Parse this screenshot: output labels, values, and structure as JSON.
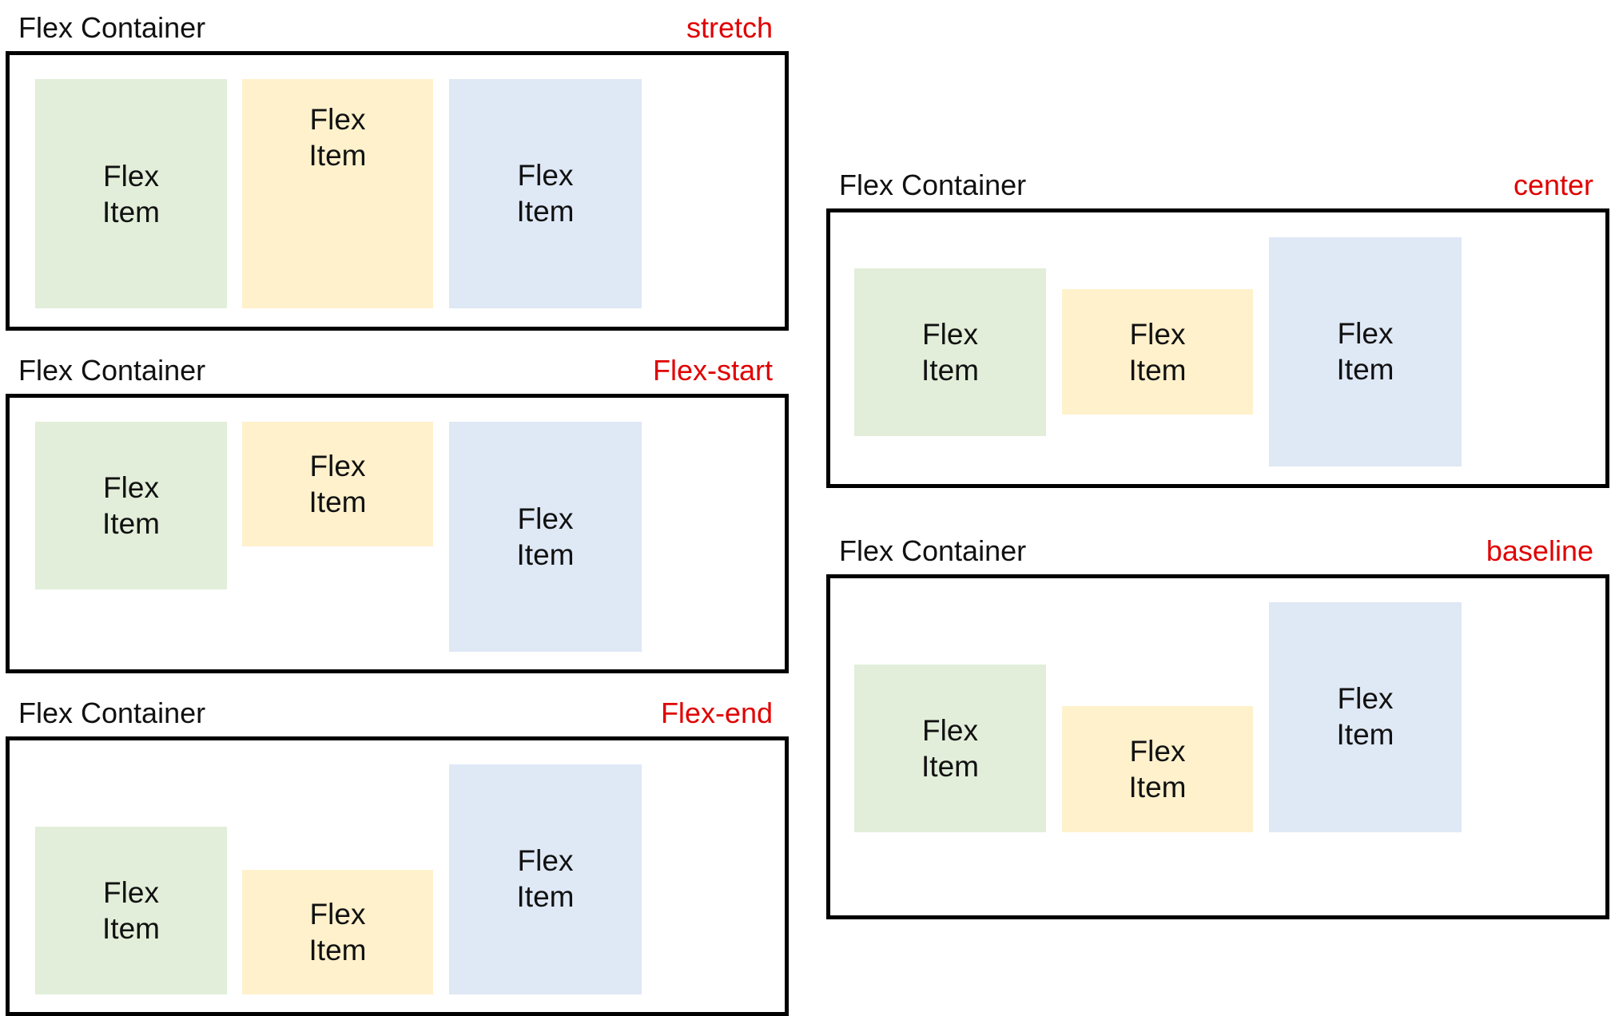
{
  "colors": {
    "border": "#000000",
    "mode_label": "#e00000",
    "item_green": "#e2eed9",
    "item_yellow": "#fff1cc",
    "item_blue": "#dfe8f5"
  },
  "panels": [
    {
      "title": "Flex Container",
      "mode": "stretch",
      "items": [
        {
          "line1": "Flex",
          "line2": "Item"
        },
        {
          "line1": "Flex",
          "line2": "Item"
        },
        {
          "line1": "Flex",
          "line2": "Item"
        }
      ]
    },
    {
      "title": "Flex Container",
      "mode": "Flex-start",
      "items": [
        {
          "line1": "Flex",
          "line2": "Item"
        },
        {
          "line1": "Flex",
          "line2": "Item"
        },
        {
          "line1": "Flex",
          "line2": "Item"
        }
      ]
    },
    {
      "title": "Flex Container",
      "mode": "Flex-end",
      "items": [
        {
          "line1": "Flex",
          "line2": "Item"
        },
        {
          "line1": "Flex",
          "line2": "Item"
        },
        {
          "line1": "Flex",
          "line2": "Item"
        }
      ]
    },
    {
      "title": "Flex Container",
      "mode": "center",
      "items": [
        {
          "line1": "Flex",
          "line2": "Item"
        },
        {
          "line1": "Flex",
          "line2": "Item"
        },
        {
          "line1": "Flex",
          "line2": "Item"
        }
      ]
    },
    {
      "title": "Flex Container",
      "mode": "baseline",
      "items": [
        {
          "line1": "Flex",
          "line2": "Item"
        },
        {
          "line1": "Flex",
          "line2": "Item"
        },
        {
          "line1": "Flex",
          "line2": "Item"
        }
      ]
    }
  ]
}
